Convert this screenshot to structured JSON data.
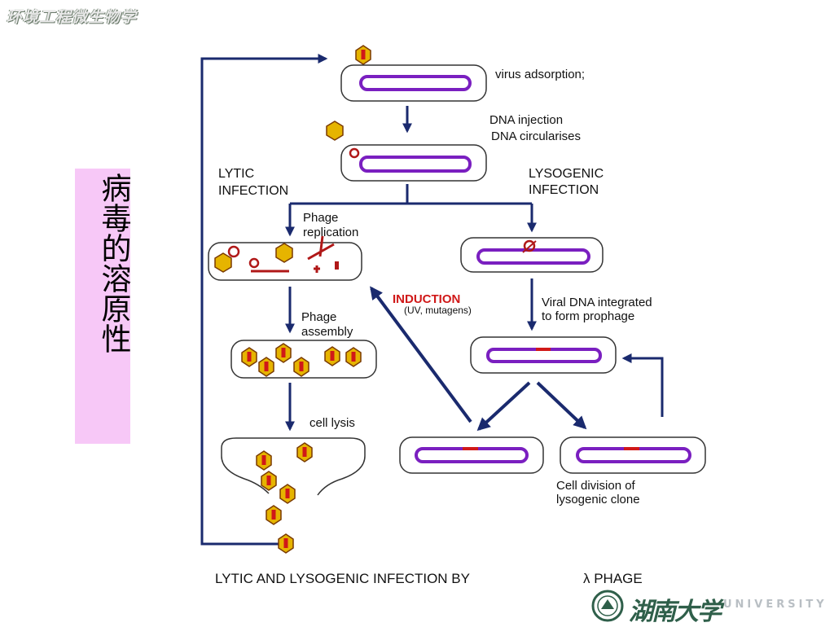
{
  "header": {
    "title": "环境工程微生物学"
  },
  "sidebar": {
    "label": "病毒的溶原性"
  },
  "diagram": {
    "virus_adsorption": "virus adsorption;",
    "dna_injection": "DNA injection",
    "dna_circularises": "DNA circularises",
    "lytic_1": "LYTIC",
    "lytic_2": "INFECTION",
    "lysogenic_1": "LYSOGENIC",
    "lysogenic_2": "INFECTION",
    "phage_replication_1": "Phage",
    "phage_replication_2": "replication",
    "induction": "INDUCTION",
    "induction_sub": "(UV, mutagens)",
    "viral_dna_1": "Viral DNA integrated",
    "viral_dna_2": "to form prophage",
    "phage_assembly_1": "Phage",
    "phage_assembly_2": "assembly",
    "cell_lysis": "cell lysis",
    "cell_division_1": "Cell division of",
    "cell_division_2": "lysogenic clone",
    "caption_main": "LYTIC AND LYSOGENIC INFECTION BY",
    "caption_lambda": "λ PHAGE"
  },
  "footer": {
    "university_cn": "湖南大学",
    "university_en": "UNIVERSITY"
  },
  "colors": {
    "arrow": "#1a2a6e",
    "dna": "#7a1fc0",
    "prophage": "#d01818",
    "capsid": "#e6b400",
    "sidebar": "#f7c8f7"
  }
}
